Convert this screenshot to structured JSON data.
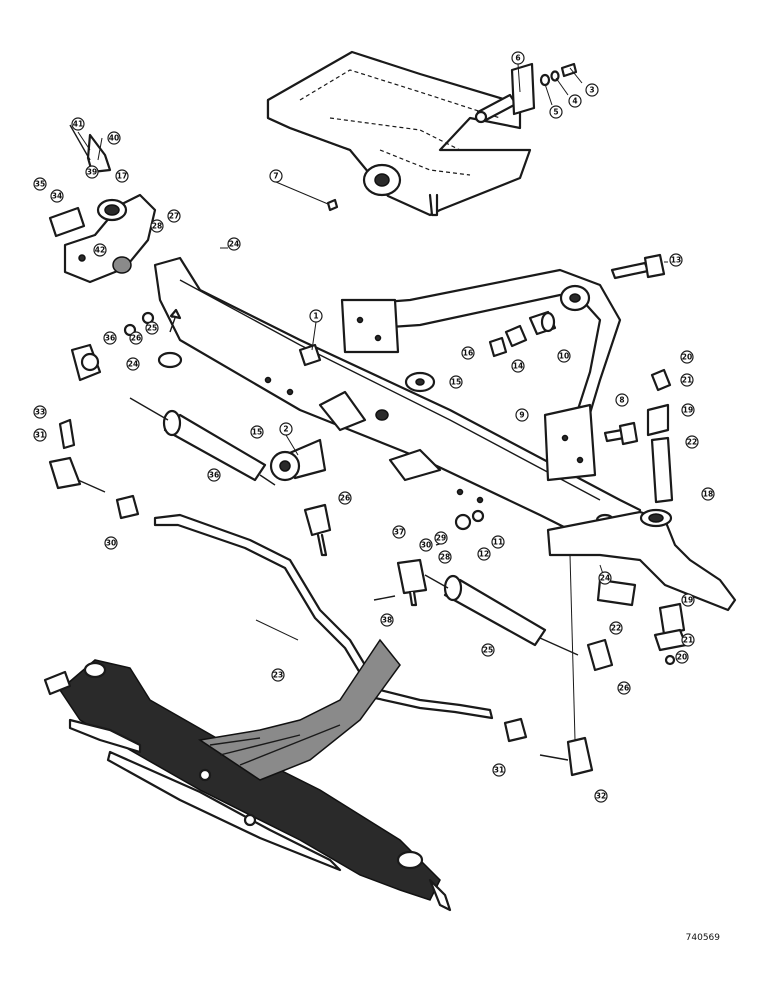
{
  "figure_id": "740569",
  "callouts": [
    "1",
    "2",
    "3",
    "4",
    "5",
    "6",
    "7",
    "8",
    "9",
    "10",
    "11",
    "12",
    "13",
    "14",
    "15",
    "15",
    "16",
    "17",
    "18",
    "19",
    "19",
    "20",
    "20",
    "21",
    "21",
    "22",
    "22",
    "23",
    "24",
    "24",
    "24",
    "25",
    "25",
    "26",
    "26",
    "26",
    "27",
    "28",
    "28",
    "29",
    "30",
    "30",
    "31",
    "31",
    "32",
    "33",
    "34",
    "35",
    "36",
    "36",
    "37",
    "38",
    "39",
    "40",
    "41",
    "42"
  ]
}
